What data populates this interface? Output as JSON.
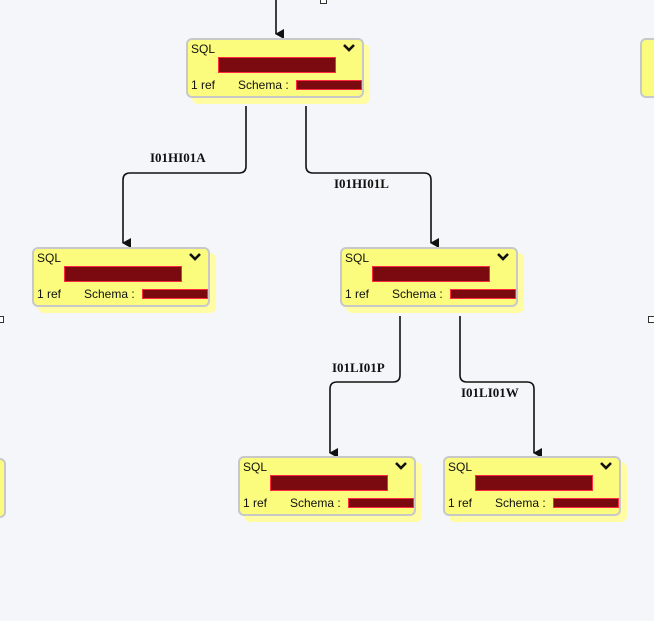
{
  "nodes": [
    {
      "type": "SQL",
      "refs": "1 ref",
      "schema_label": "Schema :"
    },
    {
      "type": "SQL",
      "refs": "1 ref",
      "schema_label": "Schema :"
    },
    {
      "type": "SQL",
      "refs": "1 ref",
      "schema_label": "Schema :"
    },
    {
      "type": "SQL",
      "refs": "1 ref",
      "schema_label": "Schema :"
    },
    {
      "type": "SQL",
      "refs": "1 ref",
      "schema_label": "Schema :"
    }
  ],
  "edges": [
    {
      "label": "I01HI01A"
    },
    {
      "label": "I01HI01L"
    },
    {
      "label": "I01LI01P"
    },
    {
      "label": "I01LI01W"
    }
  ],
  "colors": {
    "node_fill": "#fbfb7d",
    "node_shadow": "#fffca4",
    "node_border": "#c8c8c8",
    "redaction": "#7a0a10",
    "background": "#f4f6fa"
  },
  "icons": [
    "chevron-down-icon"
  ]
}
